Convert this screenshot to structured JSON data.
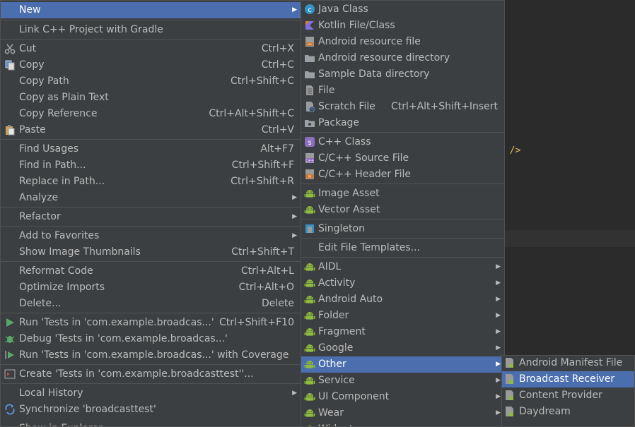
{
  "editor": {
    "code_fragment": "/ />"
  },
  "main_menu": [
    {
      "label": "New",
      "shortcut": "",
      "submenu": true,
      "selected": true
    },
    {
      "label": "Link C++ Project with Gradle",
      "shortcut": "",
      "submenu": false
    },
    {
      "label": "Cut",
      "shortcut": "Ctrl+X",
      "submenu": false,
      "icon": "scissors-icon"
    },
    {
      "label": "Copy",
      "shortcut": "Ctrl+C",
      "submenu": false,
      "icon": "copy-icon"
    },
    {
      "label": "Copy Path",
      "shortcut": "Ctrl+Shift+C",
      "submenu": false
    },
    {
      "label": "Copy as Plain Text",
      "shortcut": "",
      "submenu": false
    },
    {
      "label": "Copy Reference",
      "shortcut": "Ctrl+Alt+Shift+C",
      "submenu": false
    },
    {
      "label": "Paste",
      "shortcut": "Ctrl+V",
      "submenu": false,
      "icon": "paste-icon"
    },
    {
      "label": "Find Usages",
      "shortcut": "Alt+F7",
      "submenu": false
    },
    {
      "label": "Find in Path...",
      "shortcut": "Ctrl+Shift+F",
      "submenu": false
    },
    {
      "label": "Replace in Path...",
      "shortcut": "Ctrl+Shift+R",
      "submenu": false
    },
    {
      "label": "Analyze",
      "shortcut": "",
      "submenu": true
    },
    {
      "label": "Refactor",
      "shortcut": "",
      "submenu": true
    },
    {
      "label": "Add to Favorites",
      "shortcut": "",
      "submenu": true
    },
    {
      "label": "Show Image Thumbnails",
      "shortcut": "Ctrl+Shift+T",
      "submenu": false
    },
    {
      "label": "Reformat Code",
      "shortcut": "Ctrl+Alt+L",
      "submenu": false
    },
    {
      "label": "Optimize Imports",
      "shortcut": "Ctrl+Alt+O",
      "submenu": false
    },
    {
      "label": "Delete...",
      "shortcut": "Delete",
      "submenu": false
    },
    {
      "label": "Run 'Tests in 'com.example.broadcas...'",
      "shortcut": "Ctrl+Shift+F10",
      "submenu": false,
      "icon": "run-icon"
    },
    {
      "label": "Debug 'Tests in 'com.example.broadcas...'",
      "shortcut": "",
      "submenu": false,
      "icon": "debug-icon"
    },
    {
      "label": "Run 'Tests in 'com.example.broadcas...' with Coverage",
      "shortcut": "",
      "submenu": false,
      "icon": "coverage-icon"
    },
    {
      "label": "Create 'Tests in 'com.example.broadcasttest''...",
      "shortcut": "",
      "submenu": false,
      "icon": "create-test-icon"
    },
    {
      "label": "Local History",
      "shortcut": "",
      "submenu": true
    },
    {
      "label": "Synchronize 'broadcasttest'",
      "shortcut": "",
      "submenu": false,
      "icon": "sync-icon"
    },
    {
      "label": "Show in Explorer",
      "shortcut": "",
      "submenu": false
    }
  ],
  "new_menu": [
    {
      "label": "Java Class",
      "icon": "java-class-icon"
    },
    {
      "label": "Kotlin File/Class",
      "icon": "kotlin-icon"
    },
    {
      "label": "Android resource file",
      "icon": "android-resource-file-icon"
    },
    {
      "label": "Android resource directory",
      "icon": "folder-icon"
    },
    {
      "label": "Sample Data directory",
      "icon": "folder-icon"
    },
    {
      "label": "File",
      "icon": "file-icon"
    },
    {
      "label": "Scratch File",
      "shortcut": "Ctrl+Alt+Shift+Insert",
      "icon": "scratch-file-icon"
    },
    {
      "label": "Package",
      "icon": "package-icon"
    },
    {
      "label": "C++ Class",
      "icon": "cpp-class-icon"
    },
    {
      "label": "C/C++ Source File",
      "icon": "cpp-source-icon"
    },
    {
      "label": "C/C++ Header File",
      "icon": "cpp-header-icon"
    },
    {
      "label": "Image Asset",
      "icon": "android-icon"
    },
    {
      "label": "Vector Asset",
      "icon": "android-icon"
    },
    {
      "label": "Singleton",
      "icon": "singleton-icon"
    },
    {
      "label": "Edit File Templates...",
      "icon": ""
    },
    {
      "label": "AIDL",
      "icon": "android-icon",
      "submenu": true
    },
    {
      "label": "Activity",
      "icon": "android-icon",
      "submenu": true
    },
    {
      "label": "Android Auto",
      "icon": "android-icon",
      "submenu": true
    },
    {
      "label": "Folder",
      "icon": "android-icon",
      "submenu": true
    },
    {
      "label": "Fragment",
      "icon": "android-icon",
      "submenu": true
    },
    {
      "label": "Google",
      "icon": "android-icon",
      "submenu": true
    },
    {
      "label": "Other",
      "icon": "android-icon",
      "submenu": true,
      "selected": true
    },
    {
      "label": "Service",
      "icon": "android-icon",
      "submenu": true
    },
    {
      "label": "UI Component",
      "icon": "android-icon",
      "submenu": true
    },
    {
      "label": "Wear",
      "icon": "android-icon",
      "submenu": true
    },
    {
      "label": "Widget",
      "icon": "android-icon",
      "submenu": true
    }
  ],
  "other_menu": [
    {
      "label": "Android Manifest File",
      "icon": "android-file-icon"
    },
    {
      "label": "Broadcast Receiver",
      "icon": "android-file-icon",
      "selected": true
    },
    {
      "label": "Content Provider",
      "icon": "android-file-icon"
    },
    {
      "label": "Daydream",
      "icon": "android-file-icon"
    }
  ],
  "colors": {
    "menu_bg": "#3c3f41",
    "selection": "#4b6eaf",
    "text": "#bbbbbb",
    "android_green": "#8fbc3c",
    "separator": "#515151"
  }
}
